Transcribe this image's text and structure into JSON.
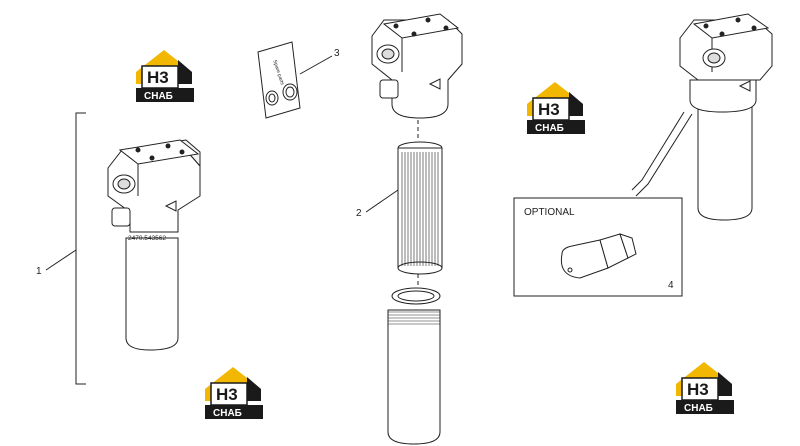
{
  "callouts": {
    "one": "1",
    "two": "2",
    "three": "3",
    "four": "4"
  },
  "optional_label": "OPTIONAL",
  "part_number": "2470.543562",
  "seal_kit_label": "Spare parts",
  "logo": {
    "mark": "H3",
    "word": "СНАБ"
  },
  "colors": {
    "logo_yellow": "#f2b700",
    "logo_dark": "#1a1a1a",
    "line": "#222222"
  }
}
